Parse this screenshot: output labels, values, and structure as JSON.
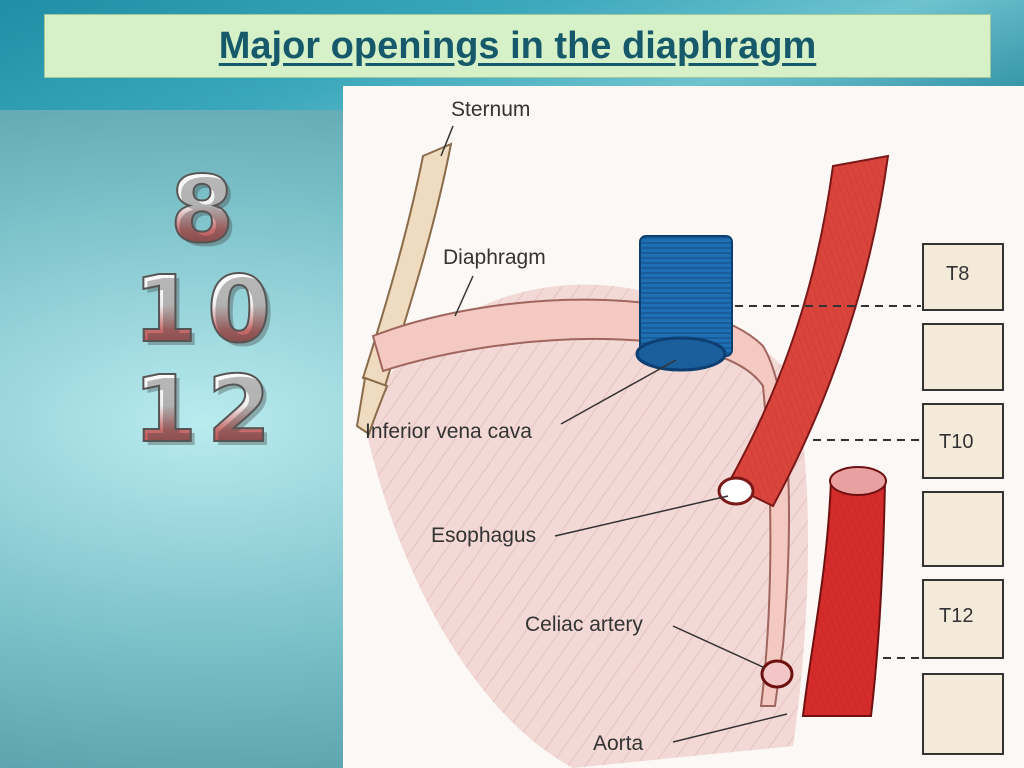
{
  "slide": {
    "title": "Major openings in the diaphragm",
    "vertebral_levels": [
      "8",
      "10",
      "12"
    ]
  },
  "diagram": {
    "labels": {
      "sternum": "Sternum",
      "diaphragm": "Diaphragm",
      "ivc": "Inferior vena cava",
      "esophagus": "Esophagus",
      "celiac": "Celiac artery",
      "aorta": "Aorta"
    },
    "vertebrae": [
      "T8",
      "T10",
      "T12"
    ]
  },
  "colors": {
    "title_box": "#d6f0c8",
    "title_text": "#15596a",
    "ivc_blue": "#1e6fb4",
    "esophagus_red": "#d9453c",
    "aorta_red": "#d42b2b"
  }
}
